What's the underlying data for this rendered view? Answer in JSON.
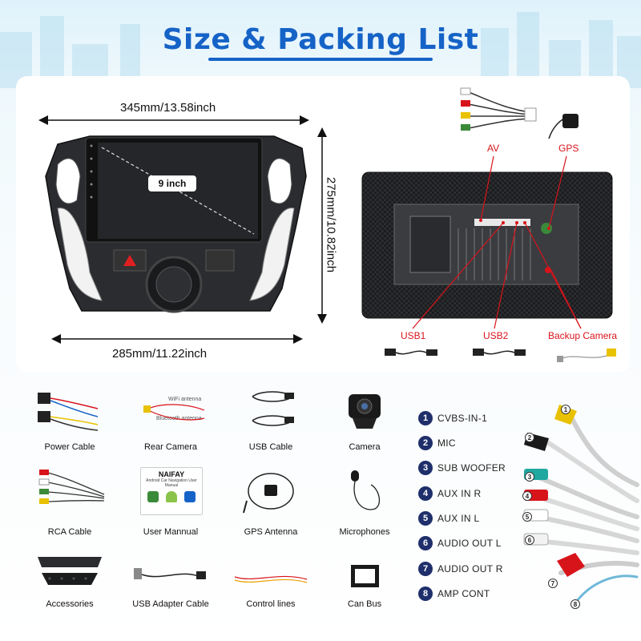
{
  "title": "Size & Packing List",
  "dimensions": {
    "top_width": "345mm/13.58inch",
    "bottom_width": "285mm/11.22inch",
    "height": "275mm/10.82inch",
    "screen_size": "9 inch"
  },
  "connection_callouts": {
    "av": "AV",
    "gps": "GPS",
    "usb1": "USB1",
    "usb2": "USB2",
    "backup_camera": "Backup Camera"
  },
  "rear_camera_labels": {
    "wifi": "WiFi antenna",
    "bluetooth": "Bluetooth antenna"
  },
  "manual": {
    "brand": "NAIFAY",
    "subtitle": "Android Car Navigation User Manual"
  },
  "items": [
    "Power Cable",
    "Rear Camera",
    "USB Cable",
    "Camera",
    "RCA Cable",
    "User Mannual",
    "GPS Antenna",
    "Microphones",
    "Accessories",
    "USB Adapter Cable",
    "Control lines",
    "Can Bus"
  ],
  "rca_legend": [
    {
      "num": "1",
      "label": "CVBS-IN-1"
    },
    {
      "num": "2",
      "label": "MIC"
    },
    {
      "num": "3",
      "label": "SUB WOOFER"
    },
    {
      "num": "4",
      "label": "AUX IN R"
    },
    {
      "num": "5",
      "label": "AUX IN L"
    },
    {
      "num": "6",
      "label": "AUDIO OUT L"
    },
    {
      "num": "7",
      "label": "AUDIO OUT R"
    },
    {
      "num": "8",
      "label": "AMP CONT"
    }
  ],
  "colors": {
    "title_blue": "#1663c7",
    "callout_red": "#d8141b",
    "legend_navy": "#1f2f6b"
  }
}
